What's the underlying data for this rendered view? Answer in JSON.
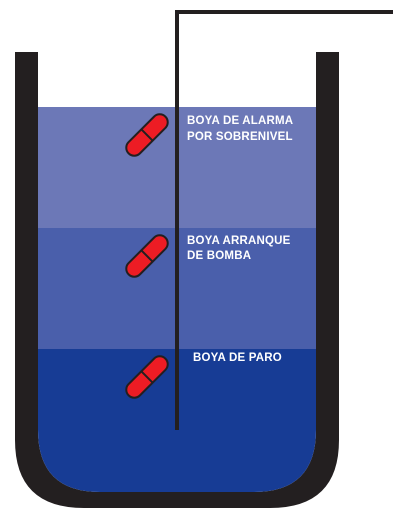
{
  "diagram": {
    "labels": {
      "alarm_line1": "BOYA DE ALARMA",
      "alarm_line2": "POR SOBRENIVEL",
      "start_line1": "BOYA ARRANQUE",
      "start_line2": "DE BOMBA",
      "stop_line1": "BOYA DE PARO"
    },
    "colors": {
      "tank": "#231f20",
      "level_top": "#6c78b7",
      "level_middle": "#4a5fab",
      "level_bottom": "#173c95",
      "float_body": "#ed1c24",
      "float_outline": "#231f20",
      "cable": "#231f20",
      "label_text": "#ffffff"
    }
  }
}
